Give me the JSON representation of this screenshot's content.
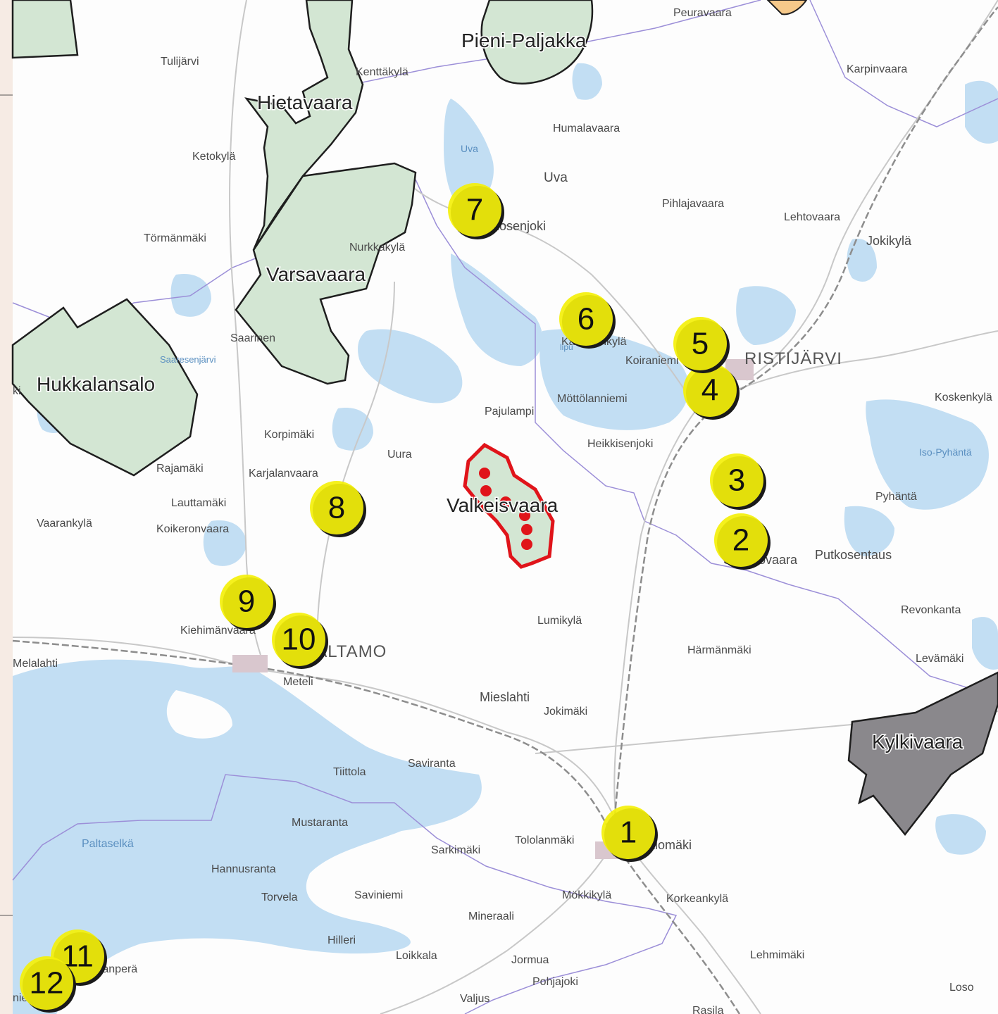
{
  "colors": {
    "land": "#fdfdfd",
    "water": "#c2def3",
    "protected_area": "#d3e6d3",
    "project_area_outline": "#e0141a",
    "marker_fill": "#f4f00a",
    "gray_area": "#8a888c"
  },
  "areas": [
    {
      "name": "Pieni-Paljakka"
    },
    {
      "name": "Hietavaara"
    },
    {
      "name": "Varsavaara"
    },
    {
      "name": "Hukkalansalo"
    },
    {
      "name": "Valkeisvaara"
    },
    {
      "name": "Kylkivaara"
    }
  ],
  "towns": [
    "RISTIJÄRVI",
    "PALTAMO"
  ],
  "places": [
    "Peuravaara",
    "Tulijärvi",
    "Kenttäkylä",
    "Karpinvaara",
    "Humalavaara",
    "Ketokylä",
    "Uva",
    "Pihlajavaara",
    "Lehtovaara",
    "Törmänmäki",
    "Tolosenjoki",
    "Nurkkakylä",
    "Jokikylä",
    "Saarinen",
    "Karhulankylä",
    "Koiraniemi",
    "Koskenkylä",
    "Möttölanniemi",
    "Pajulampi",
    "Korpimäki",
    "Uura",
    "Heikkisenjoki",
    "Rajamäki",
    "Karjalanvaara",
    "Pyhäntä",
    "Lauttamäki",
    "Vaarankylä",
    "Koikeronvaara",
    "Saukkovaara",
    "Putkosentaus",
    "Revonkanta",
    "Lumikylä",
    "Kiehimänvaara",
    "Härmänmäki",
    "Levämäki",
    "Melalahti",
    "Meteli",
    "Mieslahti",
    "Jokimäki",
    "Tiittola",
    "Saviranta",
    "Mustaranta",
    "Paltaselkä",
    "Sarkimäki",
    "Tololanmäki",
    "Kontiomäki",
    "Hannusranta",
    "Torvela",
    "Saviniemi",
    "Mökkikylä",
    "Korkeankylä",
    "Mineraali",
    "Hilleri",
    "Loikkala",
    "Jormua",
    "Lehmimäki",
    "Suutelanperä",
    "Pohjajoki",
    "Loso",
    "Valjus",
    "Rasila",
    "niemi",
    "ki"
  ],
  "water_labels": [
    "Uva",
    "Saaresenjärvi",
    "Iso-Pyhäntä",
    "lipu"
  ],
  "markers": [
    "1",
    "2",
    "3",
    "4",
    "5",
    "6",
    "7",
    "8",
    "9",
    "10",
    "11",
    "12"
  ]
}
